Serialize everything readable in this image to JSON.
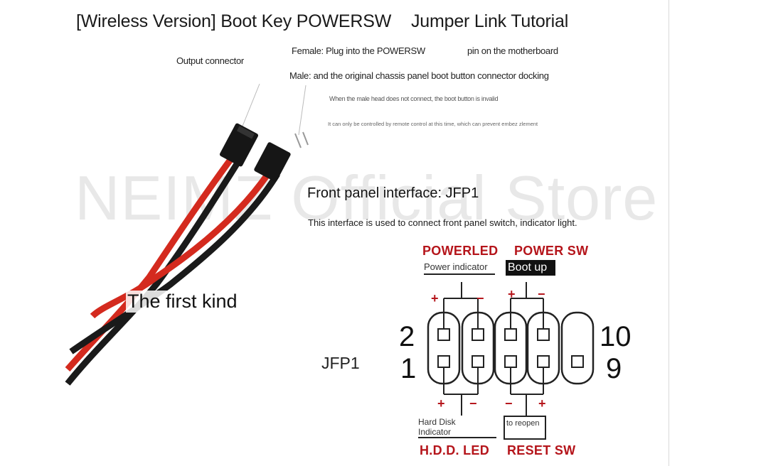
{
  "title": "[Wireless Version] Boot Key POWERSW",
  "title_right": "Jumper Link Tutorial",
  "watermark": "NEIMZ Official Store",
  "connector": {
    "output_label": "Output connector",
    "female_text": "Female: Plug into the POWERSW",
    "female_text_tail": "pin on the motherboard",
    "male_text": "Male: and the original chassis panel boot button connector docking",
    "note_1": "When the male head does not connect, the boot button is invalid",
    "note_2": "It can only be controlled by remote control at this time, which can prevent embez zlement"
  },
  "kind_label": "The first kind",
  "front_panel": {
    "heading": "Front panel interface: JFP1",
    "description": "This interface is used to connect front panel switch, indicator light."
  },
  "pinout": {
    "header_label": "JFP1",
    "pin_top_left": "2",
    "pin_bottom_left": "1",
    "pin_top_right": "10",
    "pin_bottom_right": "9",
    "top_left_group": "POWERLED",
    "top_right_group": "POWER SW",
    "bottom_left_group": "H.D.D. LED",
    "bottom_right_group": "RESET SW",
    "power_indicator": "Power indicator",
    "boot_up": "Boot up",
    "hdd_indicator_1": "Hard Disk",
    "hdd_indicator_2": "Indicator",
    "to_reopen": "to reopen",
    "plus": "+",
    "minus": "−"
  },
  "colors": {
    "accent_red": "#b5151b",
    "cable_red": "#d42a1e",
    "cable_black": "#1a1a1a"
  }
}
